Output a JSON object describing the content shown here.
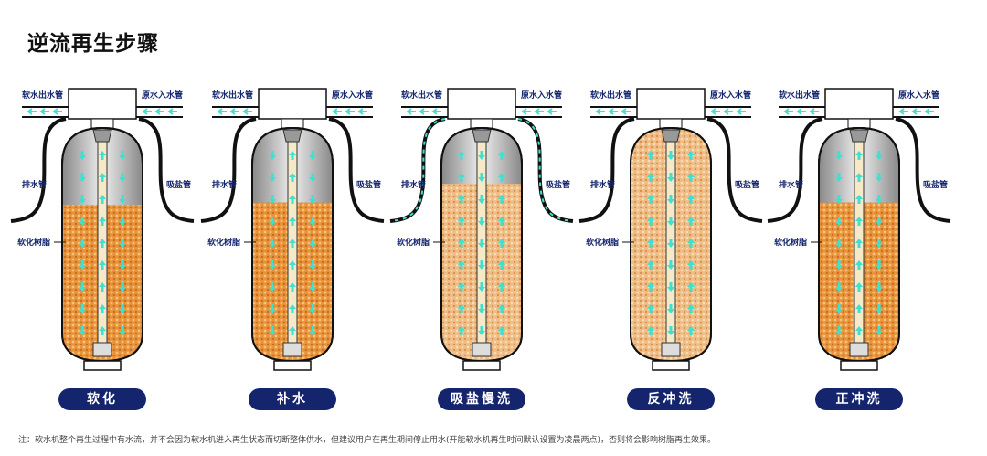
{
  "title": "逆流再生步骤",
  "labels": {
    "soft_out": "软水出水管",
    "raw_in": "原水入水管",
    "drain": "排水管",
    "brine": "吸盐管",
    "resin": "软化树脂"
  },
  "steps": [
    {
      "name": "软化",
      "resin_top": 0.33,
      "light": false,
      "outer": "down",
      "center": "up",
      "dashed": false
    },
    {
      "name": "补水",
      "resin_top": 0.32,
      "light": false,
      "outer": "down",
      "center": "up",
      "dashed": false
    },
    {
      "name": "吸盐慢洗",
      "resin_top": 0.24,
      "light": true,
      "outer": "up",
      "center": "down",
      "dashed": true
    },
    {
      "name": "反冲洗",
      "resin_top": 0.0,
      "light": true,
      "outer": "up",
      "center": "down",
      "dashed": false
    },
    {
      "name": "正冲洗",
      "resin_top": 0.32,
      "light": false,
      "outer": "down",
      "center": "up",
      "dashed": false
    }
  ],
  "note": "注：软水机整个再生过程中有水流，并不会因为软水机进入再生状态而切断整体供水，但建议用户在再生期间停止用水(开能软水机再生时间默认设置为凌晨两点)，否则将会影响树脂再生效果。",
  "colors": {
    "navy": "#14256e",
    "arrow": "#3fe0d0",
    "resin": "#e8923a",
    "resin_light": "#eebc84"
  }
}
